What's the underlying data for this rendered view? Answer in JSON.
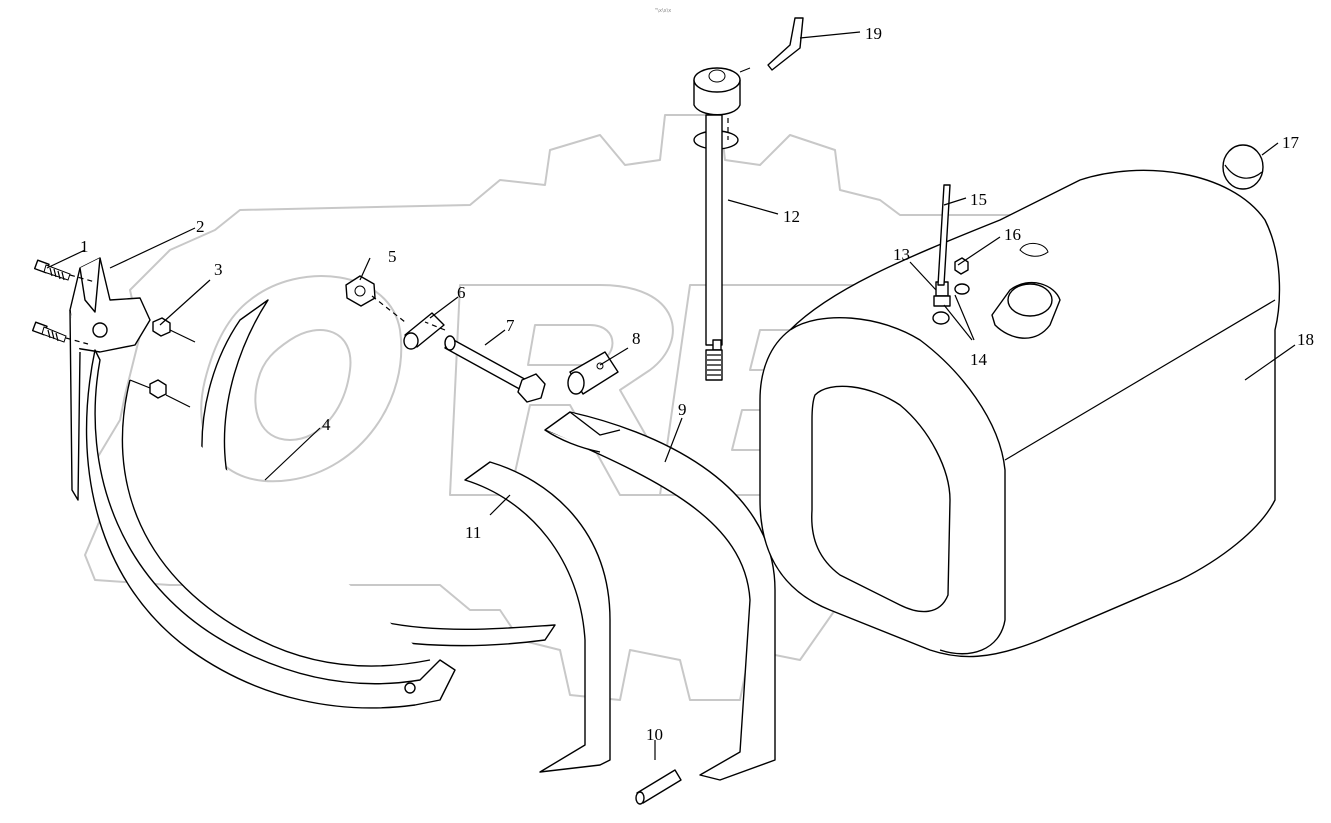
{
  "header": {
    "tiny_text": "\"\\x\\x\\x"
  },
  "watermark": {
    "text": "OREX"
  },
  "callouts": [
    {
      "id": "1",
      "label": "1"
    },
    {
      "id": "2",
      "label": "2"
    },
    {
      "id": "3",
      "label": "3"
    },
    {
      "id": "4",
      "label": "4"
    },
    {
      "id": "5",
      "label": "5"
    },
    {
      "id": "6",
      "label": "6"
    },
    {
      "id": "7",
      "label": "7"
    },
    {
      "id": "8",
      "label": "8"
    },
    {
      "id": "9",
      "label": "9"
    },
    {
      "id": "10",
      "label": "10"
    },
    {
      "id": "11",
      "label": "11"
    },
    {
      "id": "12",
      "label": "12"
    },
    {
      "id": "13",
      "label": "13"
    },
    {
      "id": "14",
      "label": "14"
    },
    {
      "id": "15",
      "label": "15"
    },
    {
      "id": "16",
      "label": "16"
    },
    {
      "id": "17",
      "label": "17"
    },
    {
      "id": "18",
      "label": "18"
    },
    {
      "id": "19",
      "label": "19"
    }
  ]
}
